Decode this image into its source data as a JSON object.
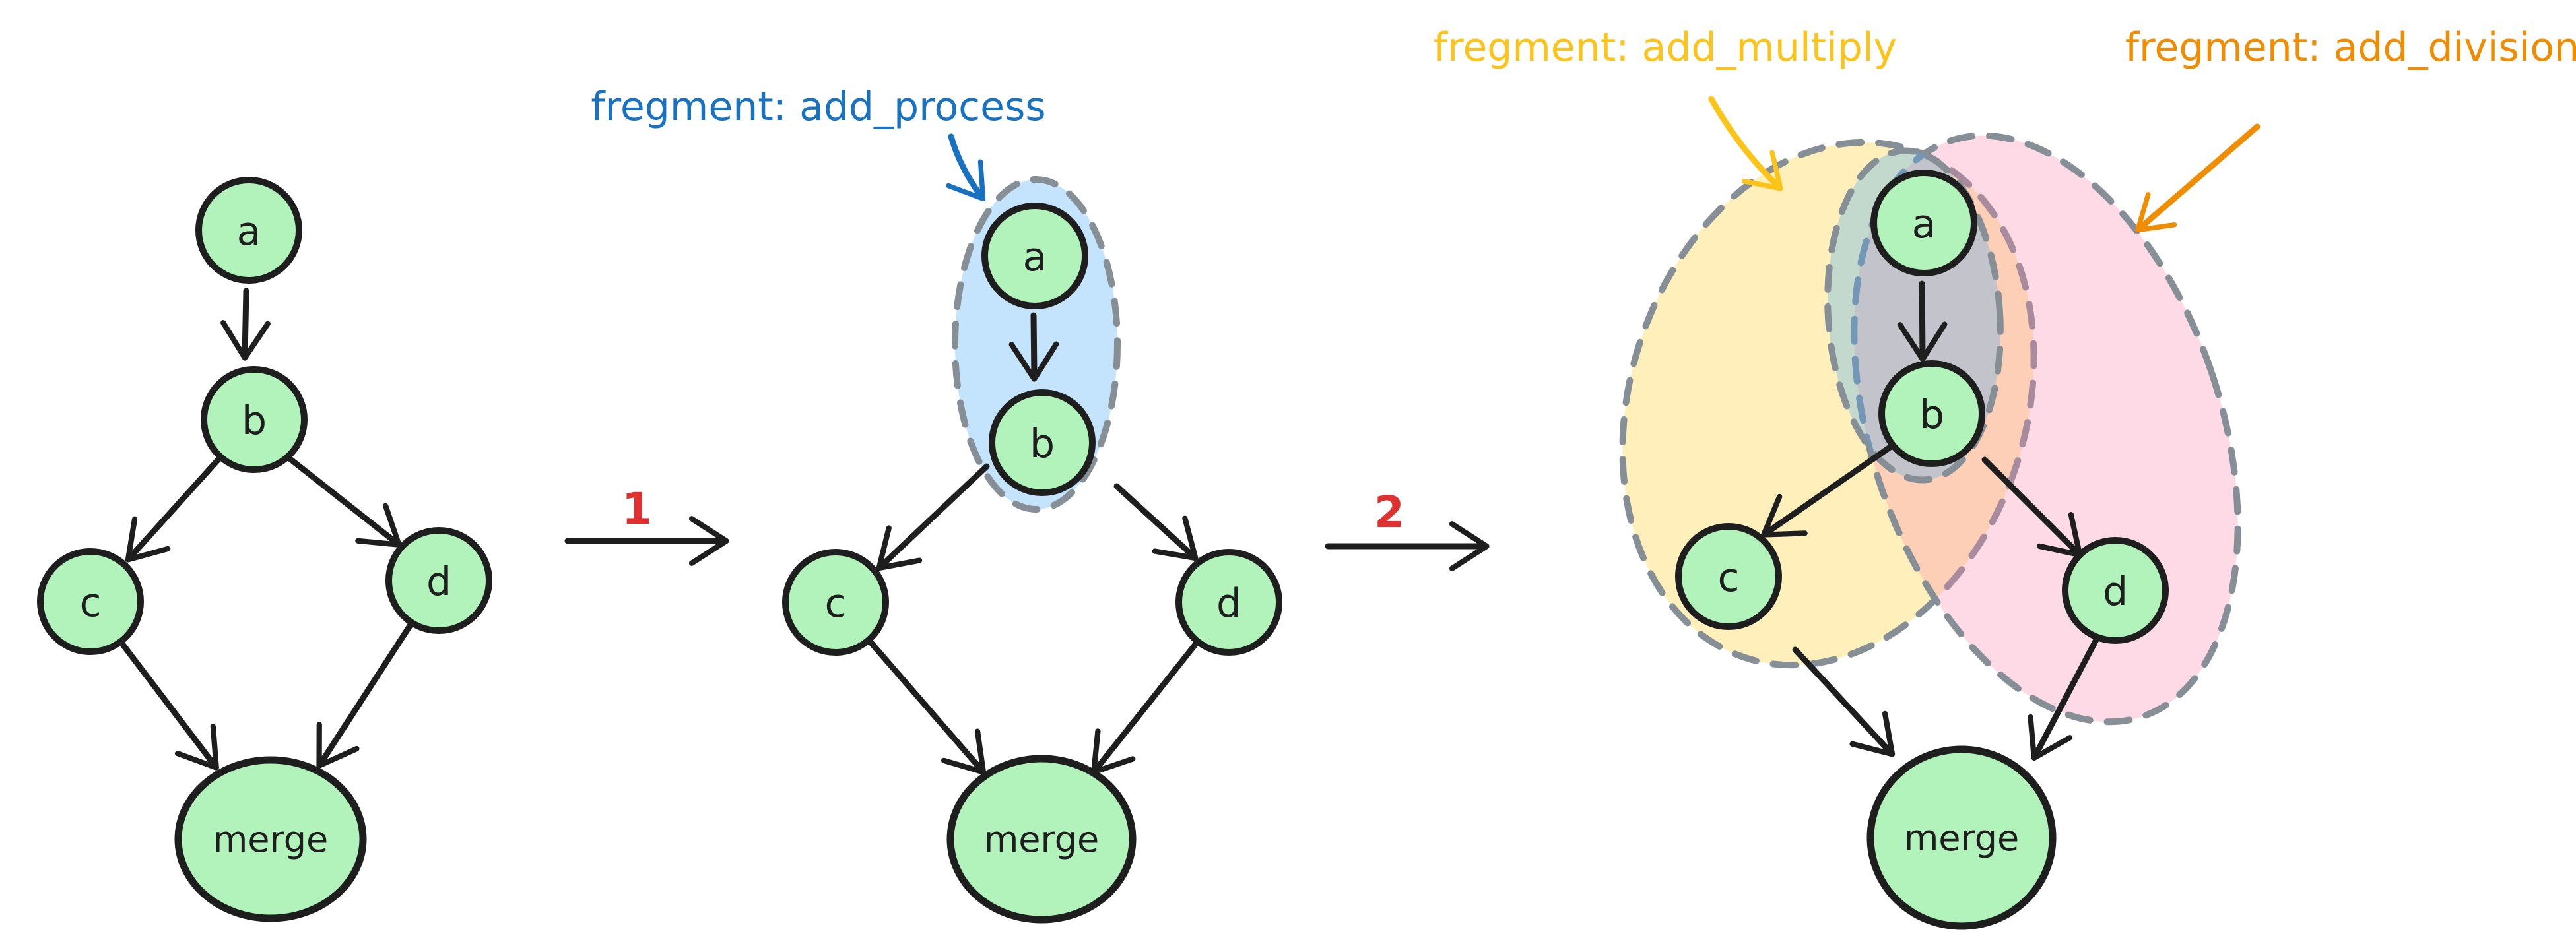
{
  "nodes": {
    "a": "a",
    "b": "b",
    "c": "c",
    "d": "d",
    "merge": "merge"
  },
  "edges": [
    "a → b",
    "b → c",
    "b → d",
    "c → merge",
    "d → merge"
  ],
  "steps": [
    "1",
    "2"
  ],
  "fragments": [
    {
      "id": "add_process",
      "label": "fregment: add_process",
      "color": "#1971c2",
      "fill": "#a5d8ff"
    },
    {
      "id": "add_multiply",
      "label": "fregment: add_multiply",
      "color": "#fcc419",
      "fill": "#fff3c4"
    },
    {
      "id": "add_division",
      "label": "fregment: add_division",
      "color": "#f08c00",
      "fill": "#fcd5de"
    }
  ],
  "palette": {
    "node_fill": "#b2f2bb",
    "node_stroke": "#1e1e1e",
    "edge_color": "#1e1e1e",
    "fragment_outline": "#868e96",
    "step_number_color": "#e03131",
    "background": "#ffffff"
  }
}
